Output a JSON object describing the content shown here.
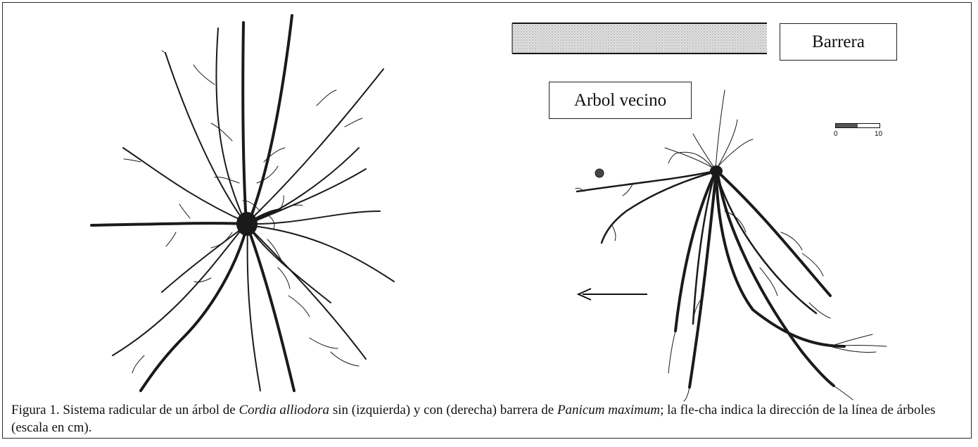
{
  "labels": {
    "barrier": "Barrera",
    "neighbor_tree": "Arbol vecino"
  },
  "scale": {
    "min": "0",
    "max": "10"
  },
  "caption": {
    "part1": "Figura 1. Sistema radicular de un árbol de ",
    "species": "Cordia alliodora",
    "part2": " sin (izquierda) y con (derecha) barrera de ",
    "grass": "Panicum maximum",
    "part3": "; la fle-cha indica la dirección de la línea de árboles (escala en cm)."
  },
  "colors": {
    "root": "#1a1a1a",
    "barrier_fill": "#d8d8d8"
  },
  "icons": {
    "arrow": "left-arrow-icon"
  }
}
